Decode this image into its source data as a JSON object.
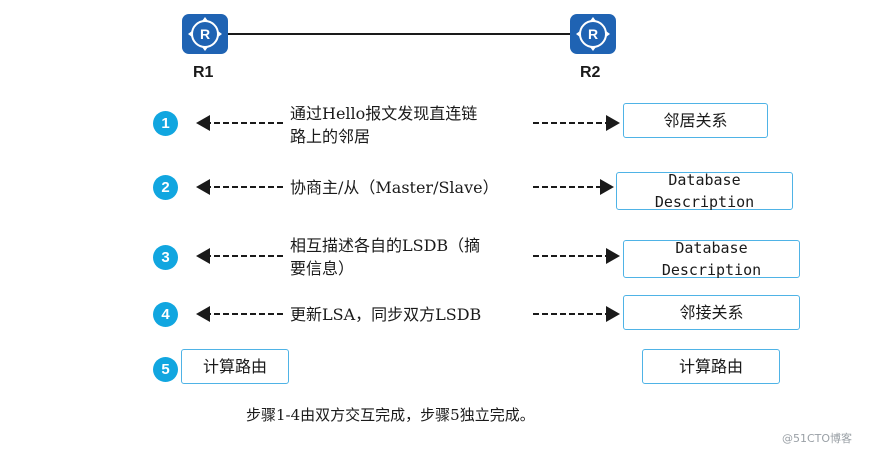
{
  "routers": [
    {
      "label": "R1"
    },
    {
      "label": "R2"
    }
  ],
  "steps": [
    {
      "number": "1",
      "description_lines": [
        "通过Hello报文发现直连链",
        "路上的邻居"
      ],
      "r2_box_lines": [
        "邻居关系"
      ]
    },
    {
      "number": "2",
      "description_lines": [
        "协商主/从（Master/Slave）"
      ],
      "r2_box_lines": [
        "Database",
        "Description"
      ]
    },
    {
      "number": "3",
      "description_lines": [
        "相互描述各自的LSDB（摘",
        "要信息）"
      ],
      "r2_box_lines": [
        "Database",
        "Description"
      ]
    },
    {
      "number": "4",
      "description_lines": [
        "更新LSA，同步双方LSDB"
      ],
      "r2_box_lines": [
        "邻接关系"
      ]
    },
    {
      "number": "5",
      "r1_box": "计算路由",
      "r2_box": "计算路由"
    }
  ],
  "caption": "步骤1-4由双方交互完成，步骤5独立完成。",
  "watermark": "@51CTO博客",
  "colors": {
    "router": "#1f63b3",
    "badge": "#11a6e0",
    "box_border": "#4fb3e6"
  }
}
